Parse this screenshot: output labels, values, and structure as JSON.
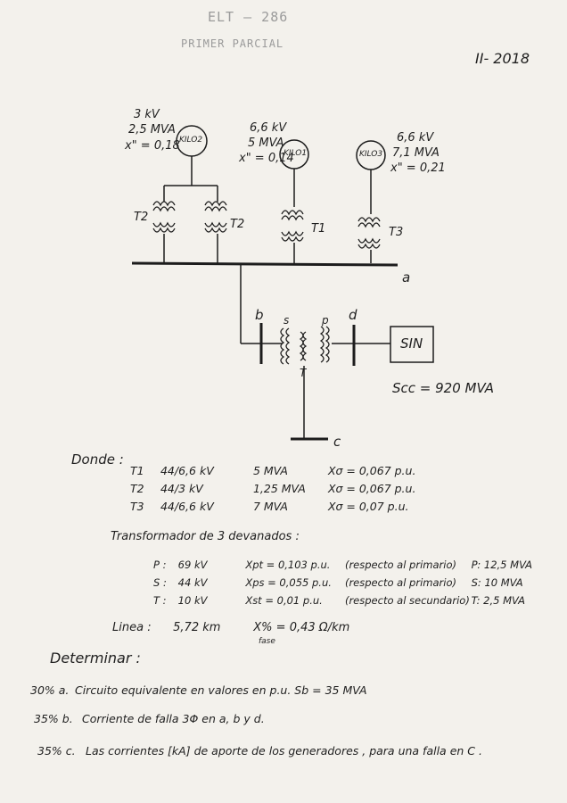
{
  "header": {
    "course": "ELT – 286",
    "exam": "PRIMER  PARCIAL",
    "term": "II- 2018"
  },
  "generators": {
    "kilo2": {
      "name": "KILO2",
      "voltage": "3 kV",
      "power": "2,5 MVA",
      "reactance": "x\" = 0,18"
    },
    "kilo1": {
      "name": "KILO1",
      "voltage": "6,6 kV",
      "power": "5 MVA",
      "reactance": "x\" = 0,14"
    },
    "kilo3": {
      "name": "KILO3",
      "voltage": "6,6 kV",
      "power": "7,1 MVA",
      "reactance": "x\" = 0,21"
    }
  },
  "diagram_labels": {
    "t2_left": "T2",
    "t2_right": "T2",
    "t1": "T1",
    "t3": "T3",
    "bus_a": "a",
    "bus_b": "b",
    "bus_c": "c",
    "bus_d": "d",
    "s": "s",
    "p": "p",
    "t": "T",
    "sin": "SIN",
    "scc": "Scc = 920 MVA"
  },
  "donde_label": "Donde :",
  "transformers": [
    {
      "name": "T1",
      "ratio": "44/6,6 kV",
      "power": "5 MVA",
      "reactance": "Xσ = 0,067 p.u."
    },
    {
      "name": "T2",
      "ratio": "44/3 kV",
      "power": "1,25 MVA",
      "reactance": "Xσ = 0,067 p.u."
    },
    {
      "name": "T3",
      "ratio": "44/6,6 kV",
      "power": "7 MVA",
      "reactance": "Xσ = 0,07 p.u."
    }
  ],
  "three_winding": {
    "title": "Transformador  de  3  devanados :",
    "rows": [
      {
        "w": "P :",
        "v": "69 kV",
        "x": "Xpt = 0,103 p.u.",
        "ref": "(respecto al primario)",
        "rating": "P:  12,5 MVA"
      },
      {
        "w": "S :",
        "v": "44 kV",
        "x": "Xps = 0,055 p.u.",
        "ref": "(respecto al primario)",
        "rating": "S:  10 MVA"
      },
      {
        "w": "T :",
        "v": "10 kV",
        "x": "Xst = 0,01 p.u.",
        "ref": "(respecto al secundario)",
        "rating": "T:  2,5 MVA"
      }
    ]
  },
  "line": {
    "label": "Linea :",
    "length": "5,72 km",
    "reactance": "X% = 0,43 Ω/km",
    "sub": "fase"
  },
  "determinar": "Determinar :",
  "questions": [
    {
      "pct": "30% a.",
      "text": "Circuito equivalente en valores en p.u.  Sb = 35 MVA"
    },
    {
      "pct": "35% b.",
      "text": "Corriente de falla 3Φ en a, b y d."
    },
    {
      "pct": "35% c.",
      "text": "Las corrientes [kA] de aporte de los generadores , para una falla en C ."
    }
  ]
}
